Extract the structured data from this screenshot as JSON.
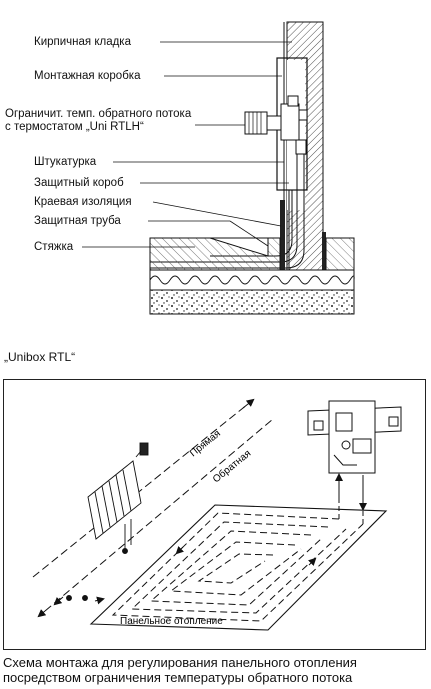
{
  "section1": {
    "labels": {
      "brick": "Кирпичная кладка",
      "box": "Монтажная коробка",
      "limiter_line1": "Ограничит. темп. обратного потока",
      "limiter_line2": "с термостатом „Uni RTLH“",
      "plaster": "Штукатурка",
      "protect_box": "Защитный короб",
      "edge_insulation": "Краевая изоляция",
      "protect_pipe": "Защитная труба",
      "screed": "Стяжка"
    },
    "caption": "„Unibox RTL“"
  },
  "section2": {
    "flow_label": "Прямая",
    "return_label": "Обратная",
    "panel_label": "Панельное отопление",
    "caption_line1": "Схема монтажа для регулирования панельного отопления",
    "caption_line2": "посредством ограничения температуры обратного потока"
  }
}
